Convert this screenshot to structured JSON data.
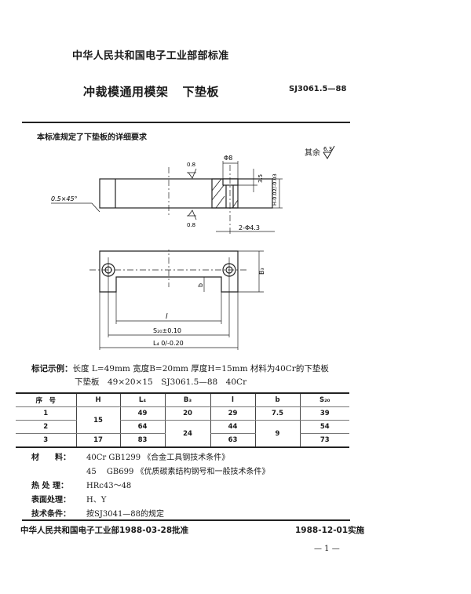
{
  "header": {
    "organization": "中华人民共和国电子工业部部标准",
    "title": "冲裁模通用模架",
    "subtitle": "下垫板",
    "code": "SJ3061.5—88"
  },
  "scope": "本标准规定了下垫板的详细要求",
  "drawing": {
    "roughness_note": "其余",
    "roughness_value": "6.3",
    "side_view": {
      "chamfer": "0.5×45°",
      "top_roughness": "0.8",
      "bottom_roughness": "0.8",
      "counterbore_dia": "Φ8",
      "counterbore_depth": "3.5",
      "thickness": "H-0.02/-0.03",
      "holes": "2-Φ4.3"
    },
    "plan_view": {
      "width": "B₃",
      "slot_depth": "b",
      "slot_length": "l",
      "hole_spacing": "S₂₀±0.10",
      "length": "L₄ 0/-0.20"
    }
  },
  "marking_example": {
    "label": "标记示例：",
    "line1": "长度 L=49mm 宽度B=20mm 厚度H=15mm 材料为40Cr的下垫板",
    "line2": "下垫板　49×20×15　SJ3061.5—88　40Cr"
  },
  "table": {
    "headers": [
      "序　号",
      "H",
      "L₄",
      "B₃",
      "l",
      "b",
      "S₂₀"
    ],
    "rows": [
      {
        "no": "1",
        "H": "15",
        "L": "49",
        "B": "20",
        "l": "29",
        "b": "7.5",
        "S": "39"
      },
      {
        "no": "2",
        "H": "",
        "L": "64",
        "B": "24",
        "l": "44",
        "b": "9",
        "S": "54"
      },
      {
        "no": "3",
        "H": "17",
        "L": "83",
        "B": "",
        "l": "63",
        "b": "",
        "S": "73"
      }
    ]
  },
  "requirements": {
    "material_label": "材　　料：",
    "material_1": "40Cr GB1299 《合金工具钢技术条件》",
    "material_2": "45　 GB699 《优质碳素结构钢号和一般技术条件》",
    "heat_label": "热 处 理：",
    "heat_value": "HRc43～48",
    "surface_label": "表面处理：",
    "surface_value": "H、Y",
    "tech_label": "技术条件：",
    "tech_value": "按SJ3041—88的规定"
  },
  "footer": {
    "approved": "中华人民共和国电子工业部1988-03-28批准",
    "effective": "1988-12-01实施",
    "page": "— 1 —"
  }
}
